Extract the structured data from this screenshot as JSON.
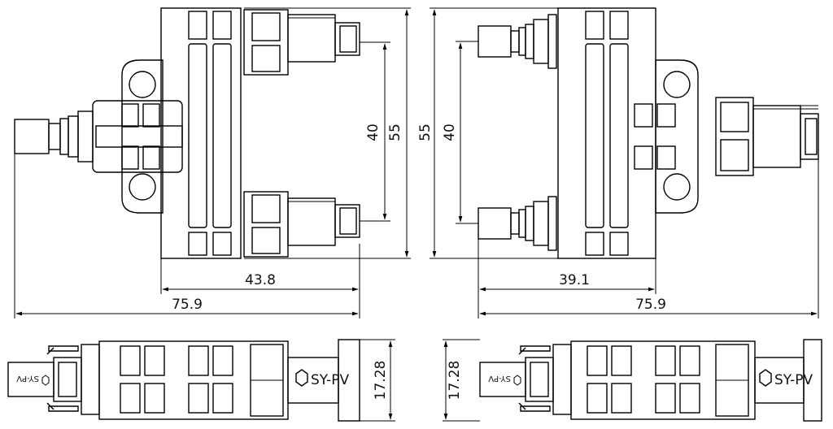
{
  "colors": {
    "ink": "#111111",
    "background": "#ffffff"
  },
  "dimensions": {
    "top_left": {
      "inner_height": "40",
      "outer_height": "55",
      "body_width": "43.8",
      "total_width": "75.9"
    },
    "top_right": {
      "outer_height": "55",
      "inner_height": "40",
      "body_width": "39.1",
      "total_width": "75.9"
    },
    "bottom_left": {
      "thickness": "17.28"
    },
    "bottom_right": {
      "thickness": "17.28"
    }
  },
  "brand": {
    "label": "SY-PV",
    "logo_icon": "hexagon-logo-icon"
  }
}
